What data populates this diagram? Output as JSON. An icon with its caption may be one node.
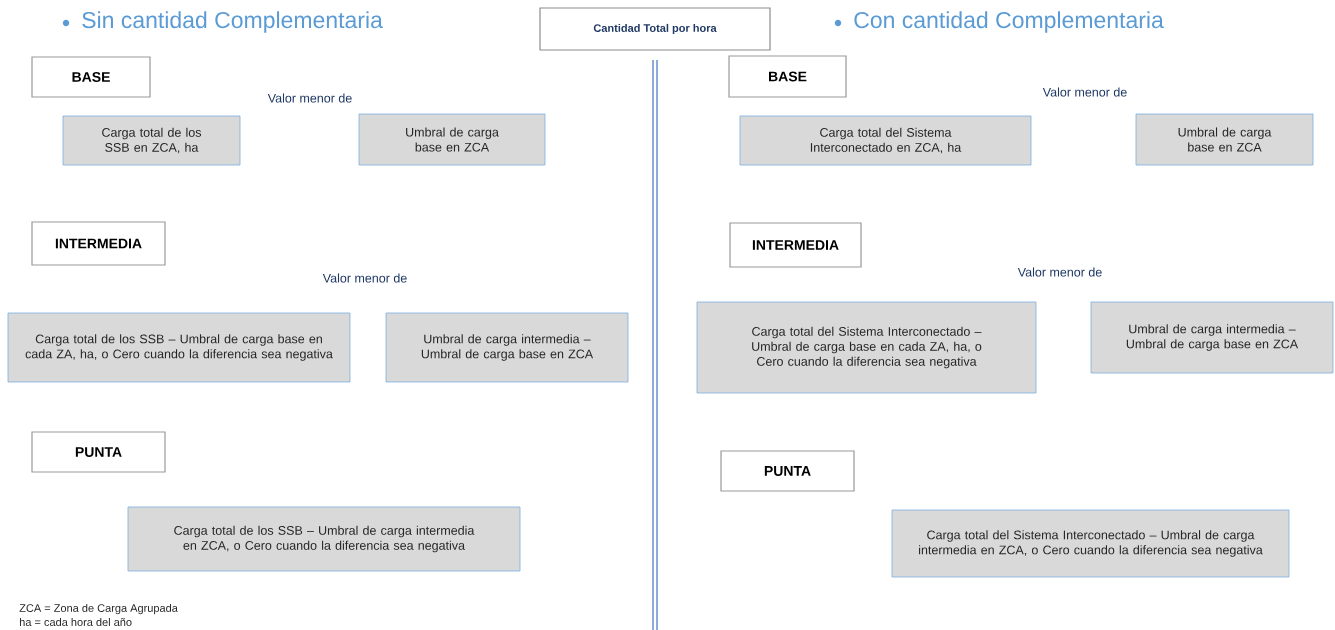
{
  "diagram": {
    "nodes": [
      {
        "text": [
          "Cantidad Total por hora"
        ]
      },
      {
        "text": [
          "BASE"
        ]
      },
      {
        "text": [
          "Carga total de los SSB en ZCA, ha"
        ]
      },
      {
        "text": [
          "Umbral de carga base en ZCA"
        ]
      },
      {
        "text": [
          "INTERMEDIA"
        ]
      },
      {
        "text": [
          "Carga total de los SSB –  Umbral de carga base en cada ZA, ha, o Cero cuando la diferencia sea negativa"
        ]
      },
      {
        "text": [
          "Umbral de carga intermedia – Umbral de carga base en ZCA"
        ]
      },
      {
        "text": [
          "PUNTA"
        ]
      },
      {
        "text": [
          "Carga total de los SSB – Umbral de carga intermedia en ZCA, o Cero cuando la diferencia sea negativa"
        ]
      },
      {
        "text": [
          "BASE"
        ]
      },
      {
        "text": [
          "Carga total del Sistema Interconectado en ZCA, ha"
        ]
      },
      {
        "text": [
          "Umbral de carga base en ZCA"
        ]
      },
      {
        "text": [
          "INTERMEDIA"
        ]
      },
      {
        "text": [
          "Carga total del Sistema Interconectado – Umbral de carga base en cada ZA, ha, o Cero cuando la diferencia sea negativa"
        ]
      },
      {
        "text": [
          "Umbral de carga intermedia – Umbral de carga base en ZCA"
        ]
      },
      {
        "text": [
          "PUNTA"
        ]
      },
      {
        "text": [
          "Carga total del Sistema Interconectado – Umbral de carga intermedia en ZCA, o Cero cuando la diferencia sea negativa"
        ]
      }
    ],
    "labels": [
      "Sin cantidad Complementaria",
      "Con cantidad Complementaria",
      "Valor menor de",
      "Valor menor de",
      "Valor menor de",
      "Valor menor de",
      "ZCA = Zona de Carga Agrupada",
      "ha = cada hora del año"
    ]
  }
}
